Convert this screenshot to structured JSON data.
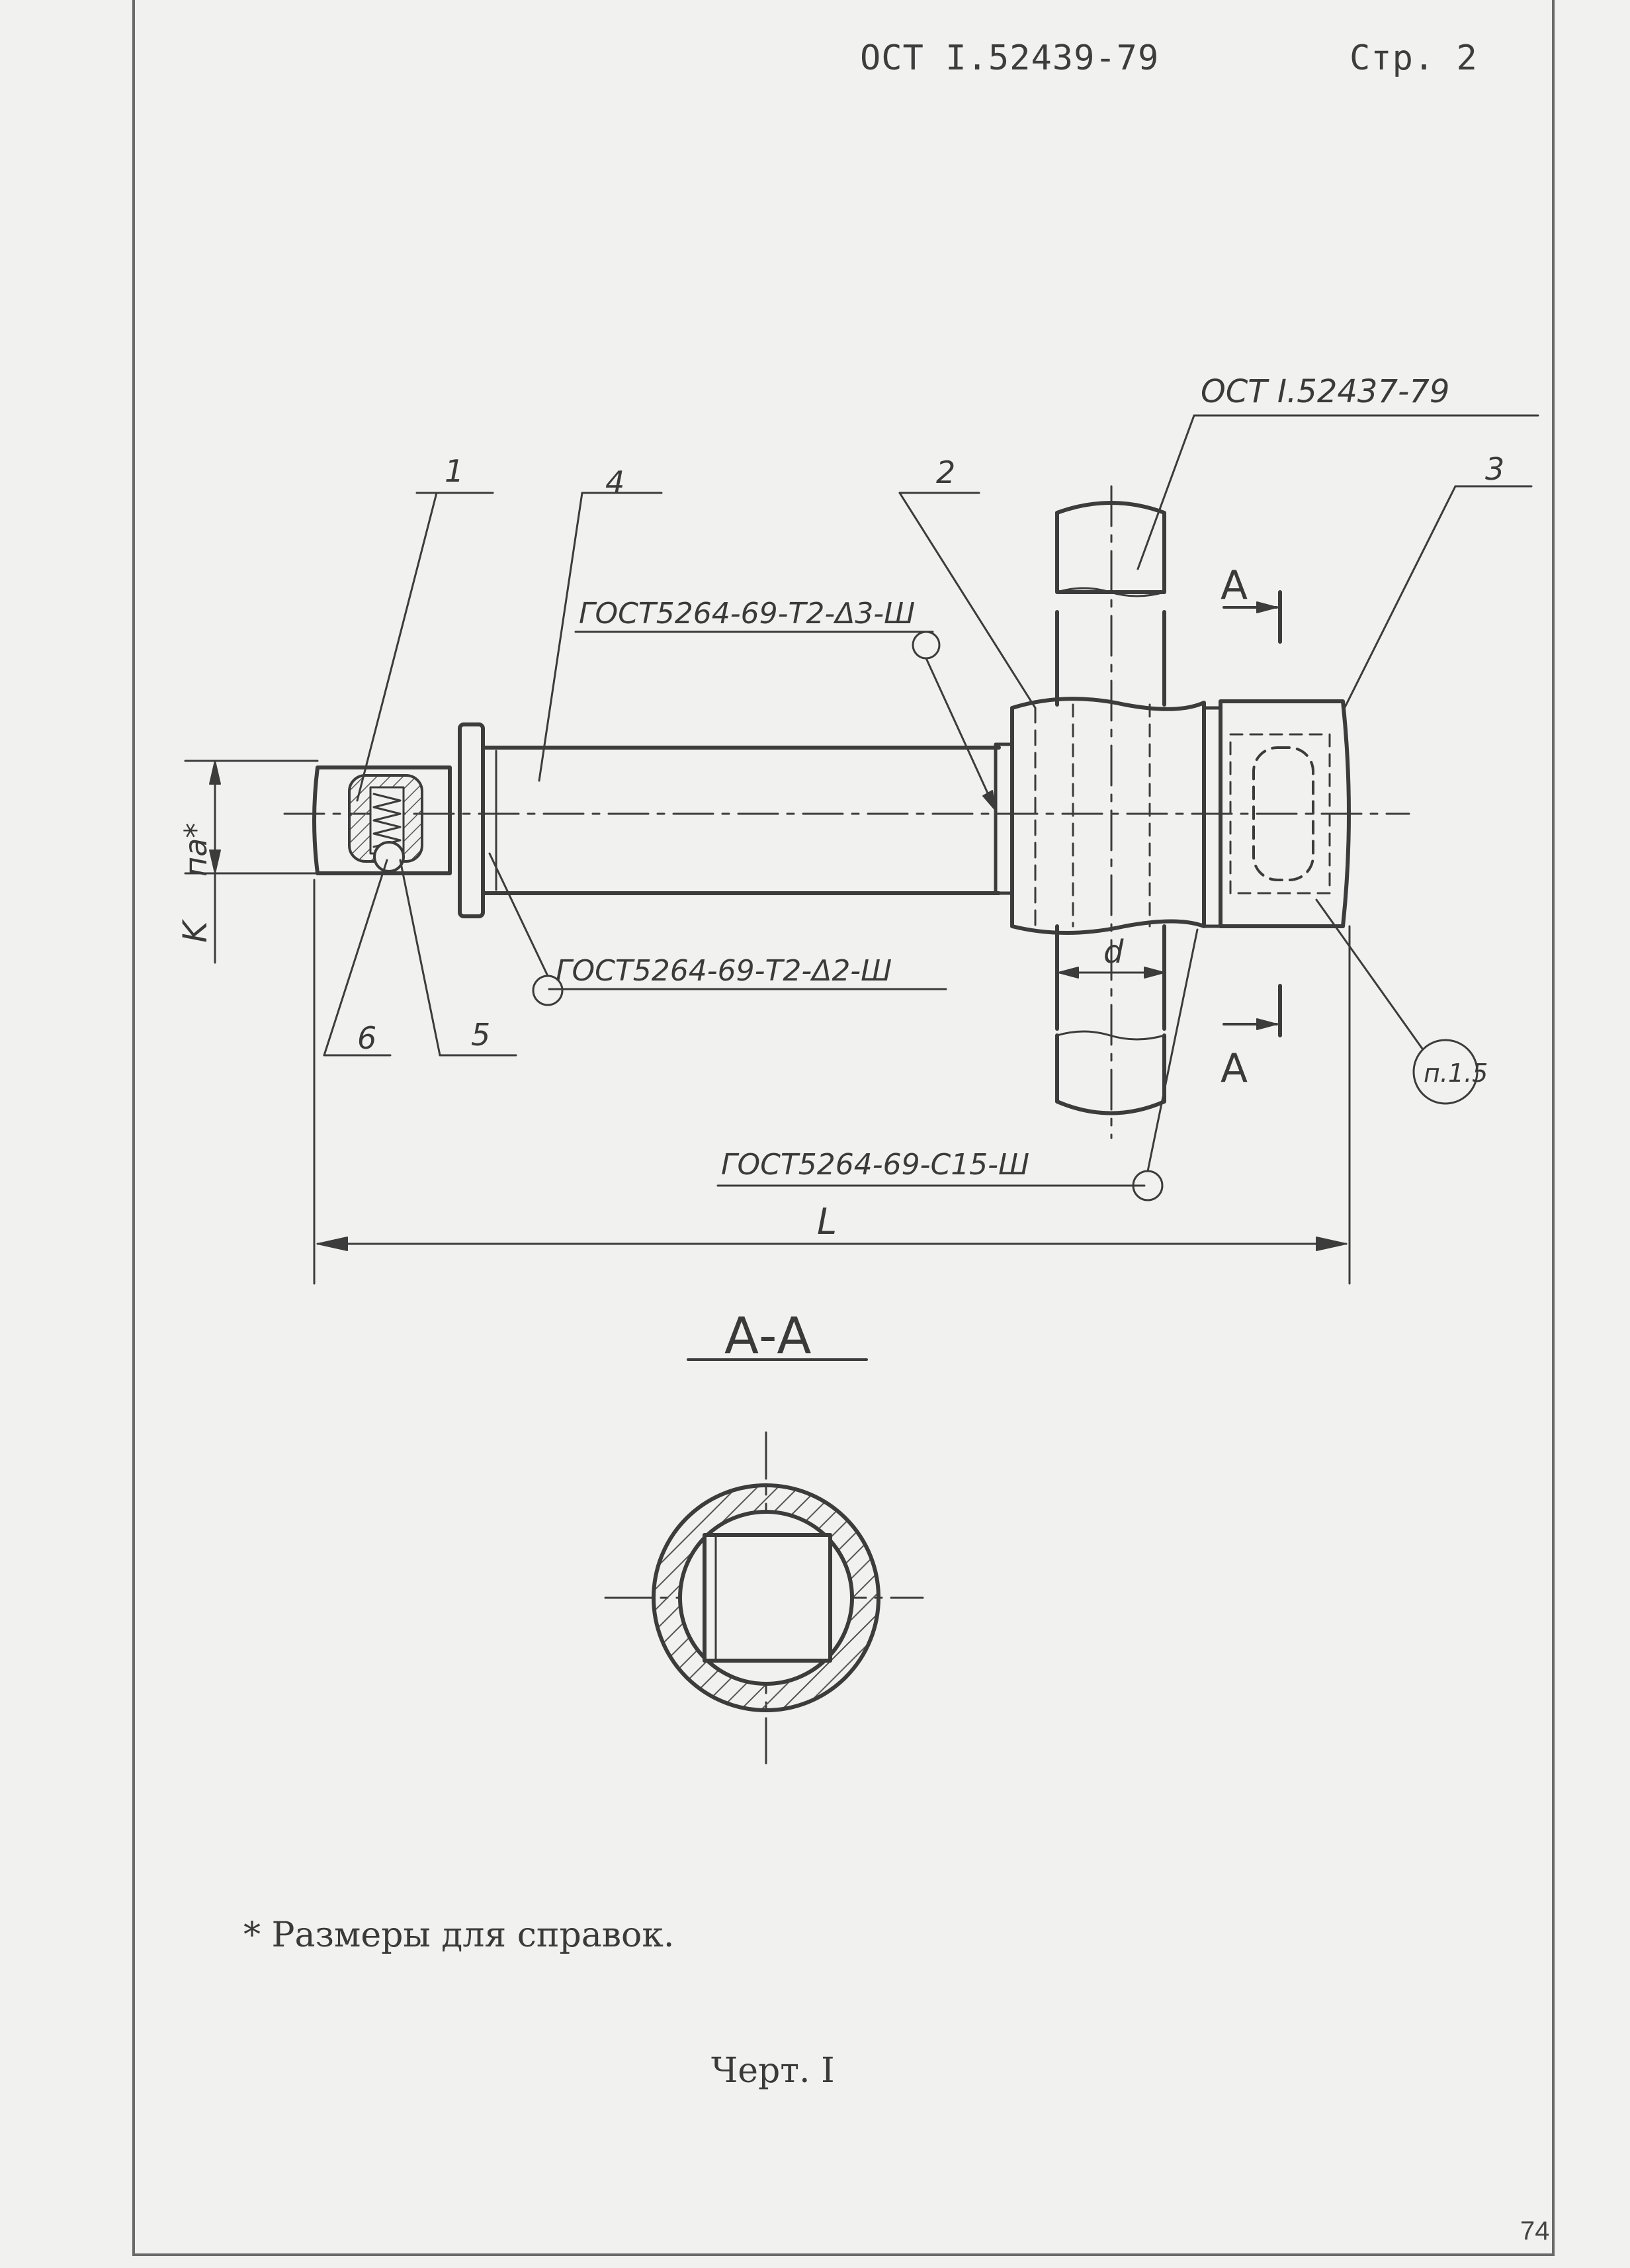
{
  "header": {
    "code": "ОСТ I.52439-79",
    "page": "Стр. 2"
  },
  "drawing": {
    "ref_standard": "ОСТ I.52437-79",
    "callouts": [
      "1",
      "2",
      "3",
      "4",
      "5",
      "6"
    ],
    "weld_top": "ГОСТ5264-69-Т2-Δ3-Ш",
    "weld_mid": "ГОСТ5264-69-Т2-Δ2-Ш",
    "weld_bottom": "ГОСТ5264-69-С15-Ш",
    "dim_length": "L",
    "dim_diameter": "d",
    "dim_k": "K",
    "dim_ref": "па*",
    "section_marker": "А",
    "note_ref": "п.1.5",
    "section_title": "А-А"
  },
  "notes": {
    "reference": "* Размеры для  справок.",
    "figure": "Черт. I"
  },
  "page_number": "74",
  "colors": {
    "paper": "#f1f1ef",
    "ink": "#3a3a3a"
  }
}
